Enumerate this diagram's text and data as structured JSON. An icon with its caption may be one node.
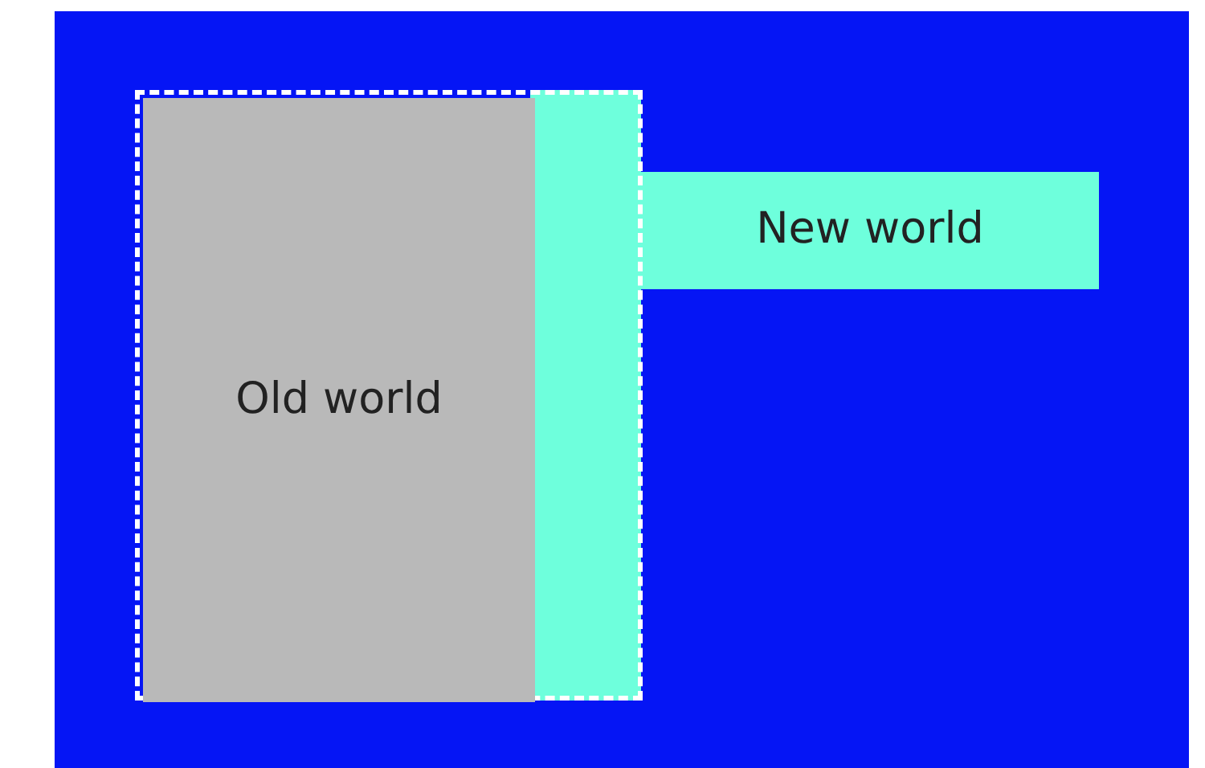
{
  "diagram": {
    "nodes": [
      {
        "text": [],
        "shape": "box"
      },
      {
        "text": [
          "Old world"
        ],
        "in": 0
      },
      {
        "text": [
          "New world"
        ]
      }
    ]
  }
}
